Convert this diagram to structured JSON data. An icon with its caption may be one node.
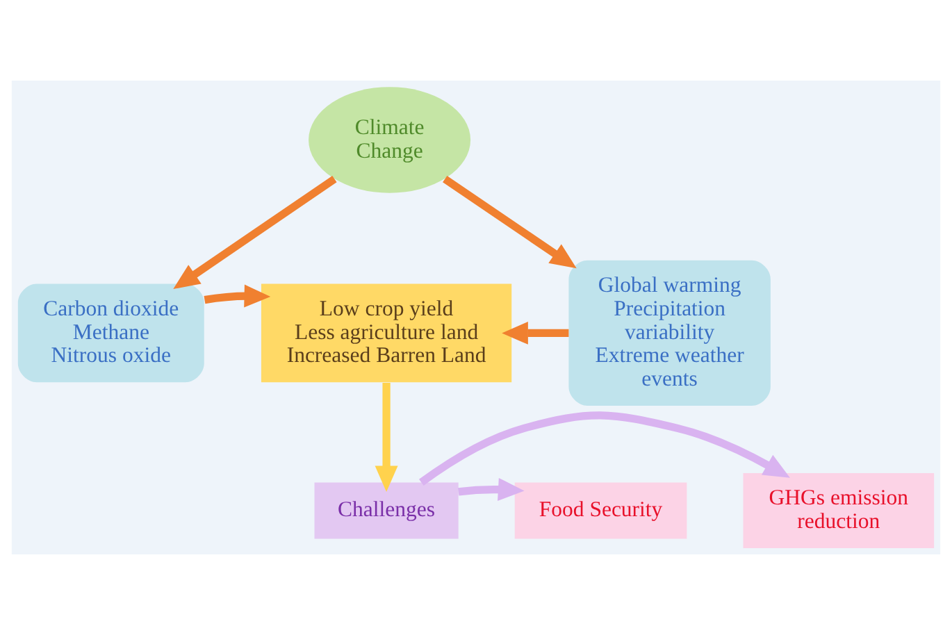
{
  "diagram": {
    "nodes": [
      {
        "text": [
          "Climate Change"
        ]
      },
      {
        "text": [
          "Carbon dioxide Methane Nitrous oxide"
        ]
      },
      {
        "text": [
          "Global warming Precipitation variability Extreme weather events"
        ]
      },
      {
        "text": [
          "Low crop yield Less agriculture land Increased Barren Land"
        ]
      },
      {
        "text": [
          "Challenges"
        ]
      },
      {
        "text": [
          "GHGs emission reduction"
        ]
      },
      {
        "text": [
          "Food Security"
        ]
      }
    ],
    "edges": [
      {
        "from": 0,
        "to": 1,
        "arrow": "to"
      },
      {
        "from": 0,
        "to": 2,
        "arrow": "to"
      },
      {
        "from": 1,
        "to": 3,
        "arrow": "to"
      },
      {
        "from": 2,
        "to": 3,
        "arrow": "to"
      },
      {
        "from": 3,
        "to": 4,
        "arrow": "to",
        "color": "#ffd24d"
      },
      {
        "from": 4,
        "to": 5,
        "arrow": "to",
        "color": "#d9b3f0"
      },
      {
        "from": 4,
        "to": 6,
        "arrow": "to",
        "color": "#d9b3f0"
      }
    ]
  }
}
